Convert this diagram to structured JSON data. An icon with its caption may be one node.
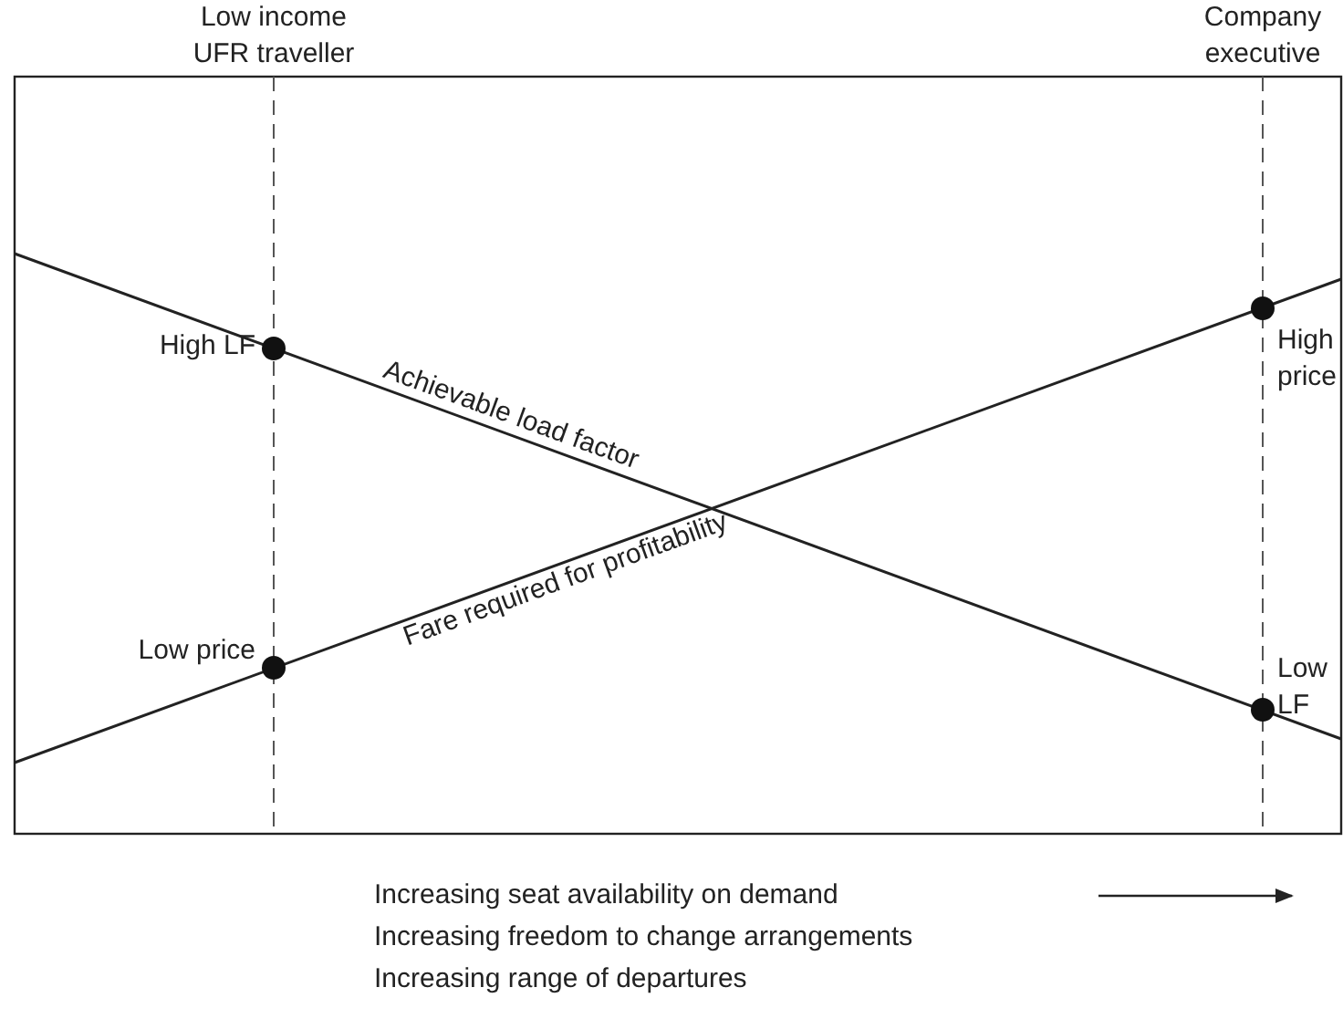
{
  "diagram": {
    "labels": [
      "Low income UFR traveller",
      "Company executive",
      "High LF",
      "Achievable load factor",
      "High price",
      "Fare required for profitability",
      "Low price",
      "Low LF",
      "Increasing seat availability on demand",
      "Increasing freedom to change arrangements",
      "Increasing range of departures"
    ]
  }
}
